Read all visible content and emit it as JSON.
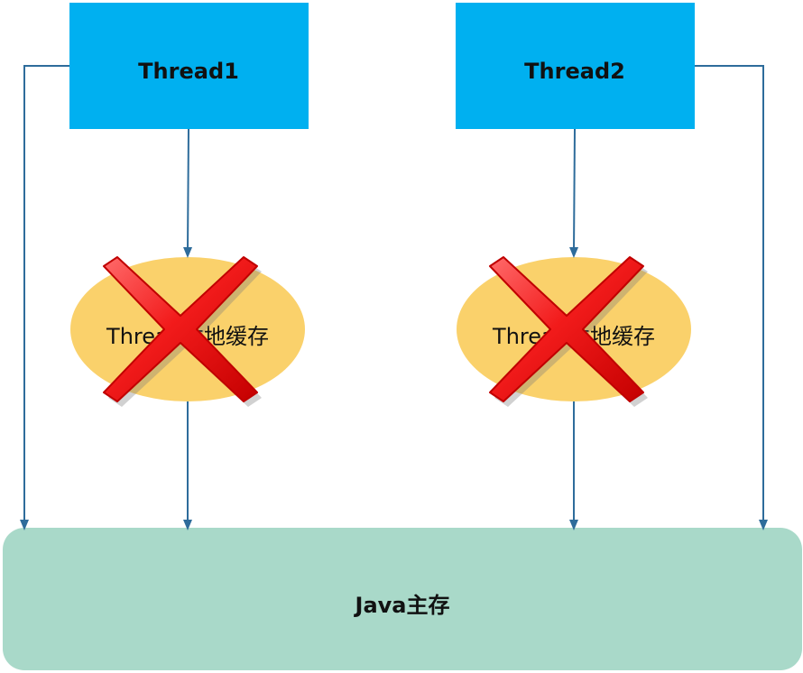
{
  "threads": [
    {
      "label": "Thread1"
    },
    {
      "label": "Thread2"
    }
  ],
  "caches": [
    {
      "label": "Thread本地缓存",
      "crossed_out": true
    },
    {
      "label": "Thread本地缓存",
      "crossed_out": true
    }
  ],
  "main_memory": {
    "label": "Java主存"
  },
  "colors": {
    "thread_box": "#00B0F0",
    "cache_ellipse": "#FAD16B",
    "main_memory": "#A9D9C9",
    "arrow": "#2E6C9B",
    "cross_red": "#F21B1B",
    "cross_outline": "#C00000"
  }
}
